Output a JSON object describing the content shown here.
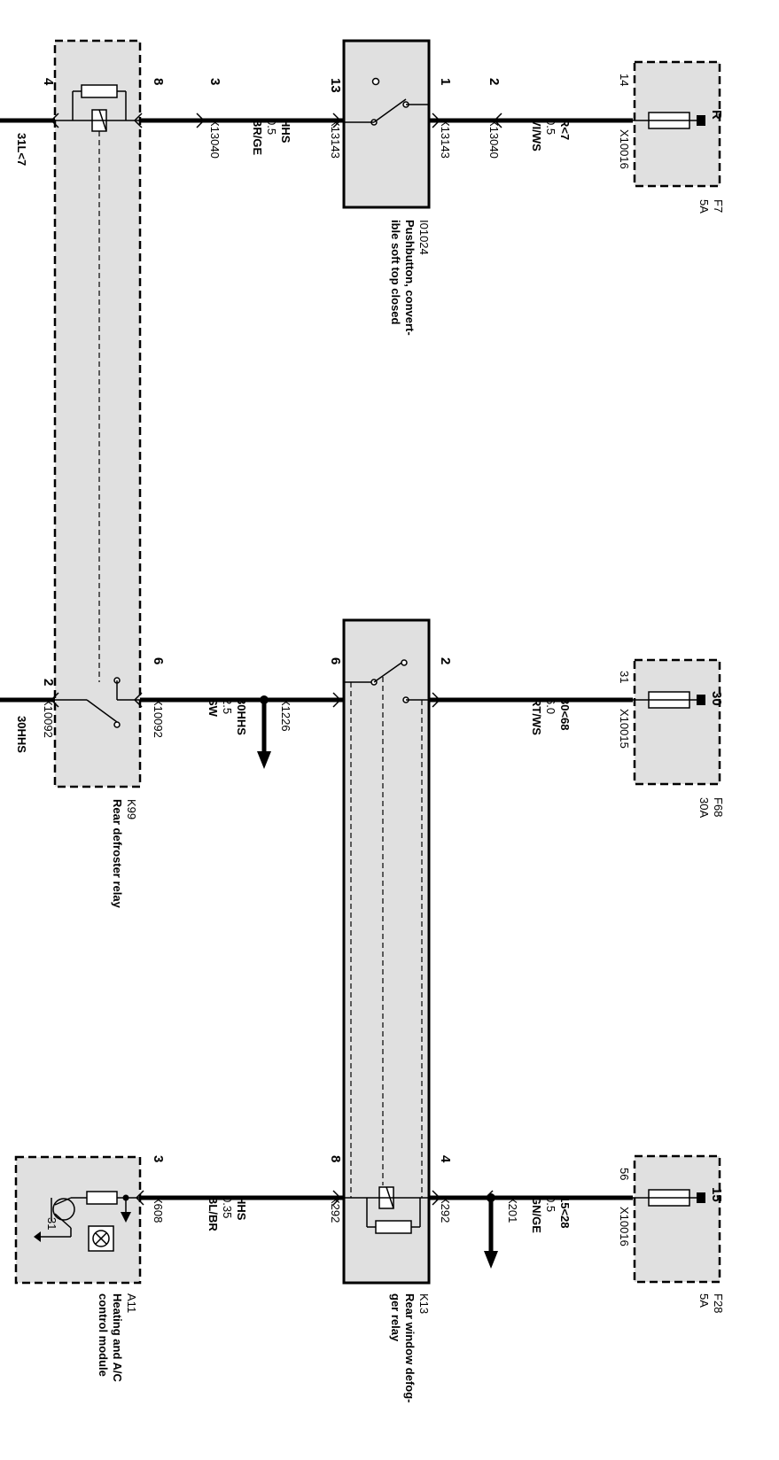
{
  "fuses": {
    "f7": {
      "designator": "F7",
      "rating": "5A",
      "terminal": "R",
      "pin": "14",
      "connector": "X10016"
    },
    "f68": {
      "designator": "F68",
      "rating": "30A",
      "terminal": "30",
      "pin": "31",
      "connector": "X10015"
    },
    "f28": {
      "designator": "F28",
      "rating": "5A",
      "terminal": "15",
      "pin": "56",
      "connector": "X10016"
    }
  },
  "pushbutton": {
    "id": "I01024",
    "name_line1": "Pushbutton, convert-",
    "name_line2": "ible soft top closed",
    "pin_in": "1",
    "pin_out": "13",
    "connector_in": "X13143",
    "connector_out": "X13143"
  },
  "k13": {
    "id": "K13",
    "name_line1": "Rear window defog-",
    "name_line2": "ger relay",
    "pin_2": "2",
    "pin_6": "6",
    "pin_4": "4",
    "pin_8": "8",
    "connector_top": "X292",
    "connector_bottom": "X292"
  },
  "k99": {
    "id": "K99",
    "name": "Rear defroster relay",
    "pin_8": "8",
    "pin_4": "4",
    "pin_6": "6",
    "pin_2": "2",
    "connector": "X10092",
    "connector_bottom": "X10092"
  },
  "a11": {
    "id": "A11",
    "name_line1": "Heating and A/C",
    "name_line2": "control module",
    "pin": "3",
    "connector": "X608",
    "ground": "31"
  },
  "wires": {
    "w1": {
      "pin": "2",
      "connector": "X13040",
      "signal": "R<7",
      "gauge": "0.5",
      "color": "VI/WS"
    },
    "w2": {
      "pin": "3",
      "connector": "X13040",
      "signal": "HHS",
      "gauge": "0.5",
      "color": "BR/GE"
    },
    "w3": {
      "signal": "30<68",
      "gauge": "6.0",
      "color": "RT/WS"
    },
    "w4": {
      "splice": "X1226",
      "signal": "30HHS",
      "gauge": "2.5",
      "color": "SW"
    },
    "w5": {
      "signal": "15<28",
      "gauge": "0.5",
      "color": "GN/GE",
      "splice": "X201"
    },
    "w6": {
      "signal": "HHS",
      "gauge": "0.35",
      "color": "BL/BR"
    }
  },
  "offpage": {
    "left_top": "31L<7",
    "left_middle": "30HHS"
  }
}
